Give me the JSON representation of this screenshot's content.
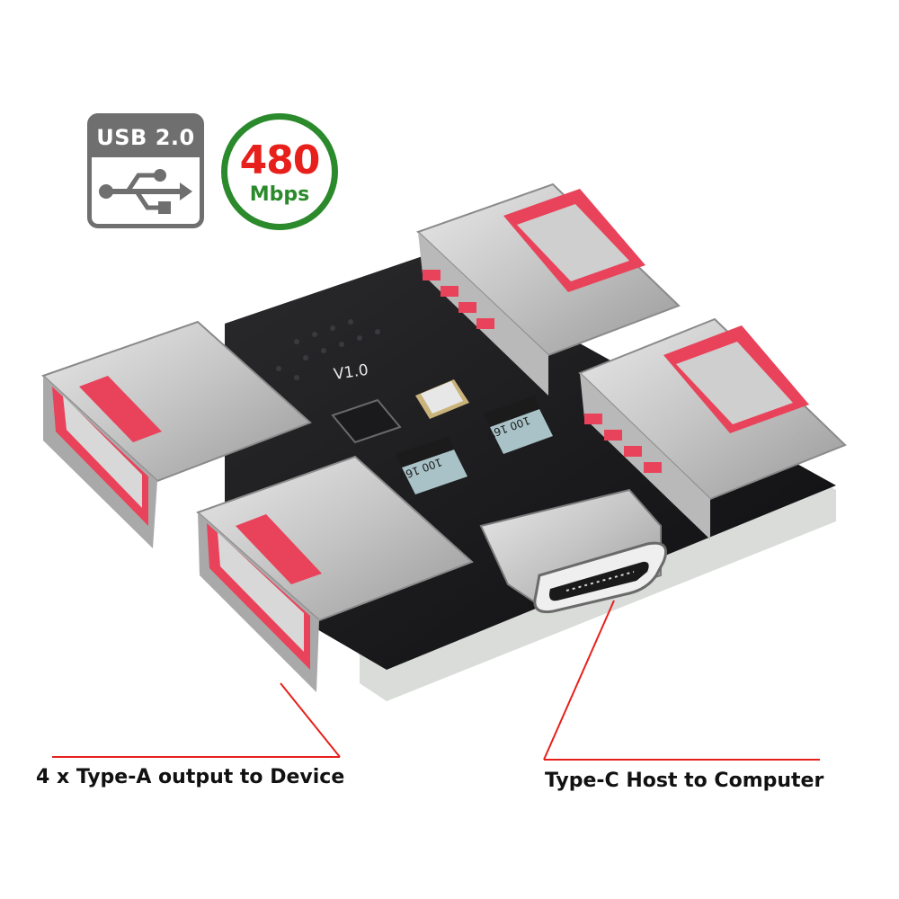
{
  "badges": {
    "usb_label": "USB 2.0",
    "usb_icon": "usb-trident-icon",
    "speed_value": "480",
    "speed_unit": "Mbps",
    "colors": {
      "usb_gray": "#6f6f6f",
      "speed_red": "#e8201c",
      "speed_green": "#2b8a2b"
    }
  },
  "board": {
    "version_label": "V1.0",
    "capacitor_labels": [
      "100 16V",
      "100 16V"
    ]
  },
  "callouts": {
    "type_a": "4 x Type-A output to Device",
    "type_c": "Type-C Host to Computer",
    "line_color": "#e8201c"
  }
}
